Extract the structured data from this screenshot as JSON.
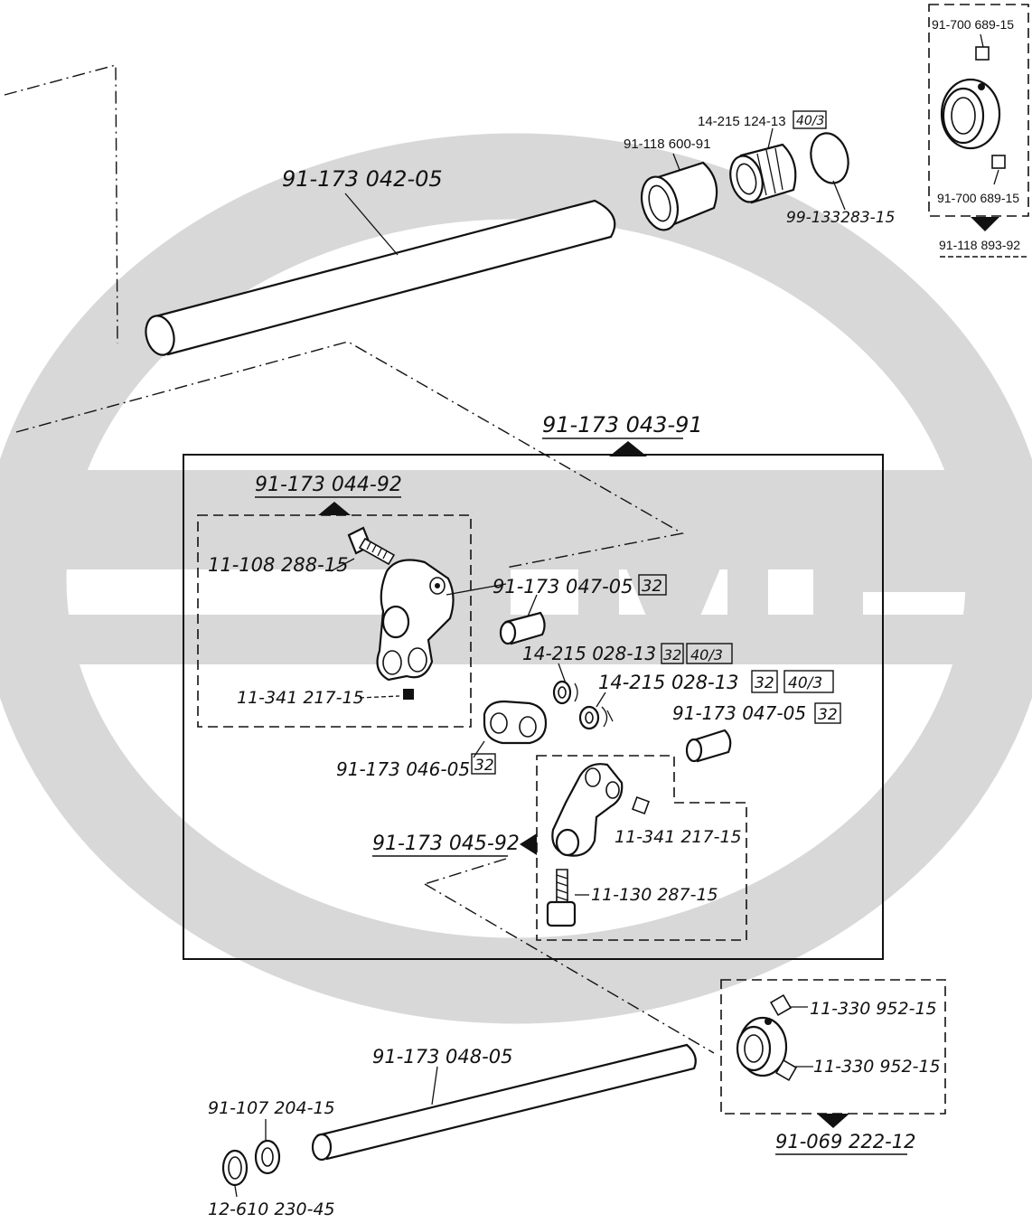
{
  "watermark": {
    "text": "SMF",
    "color": "#d8d8d8"
  },
  "labels": {
    "shaft_upper": "91-173 042-05",
    "bushing": "91-118 600-91",
    "needle_bearing": "14-215 124-13",
    "needle_bearing_box": "40/3",
    "seal": "99-133283-15",
    "setscrew_top": "91-700 689-15",
    "setscrew_bottom": "91-700 689-15",
    "collar_assy": "91-118 893-92",
    "crank_assy": "91-173 043-91",
    "crank_left_assy": "91-173 044-92",
    "screw_left": "11-108 288-15",
    "setscrew_left": "11-341 217-15",
    "pin_upper": "91-173 047-05",
    "pin_upper_box": "32",
    "bearing_a": "14-215 028-13",
    "bearing_a_box1": "32",
    "bearing_a_box2": "40/3",
    "bearing_b": "14-215 028-13",
    "bearing_b_box1": "32",
    "bearing_b_box2": "40/3",
    "pin_lower": "91-173 047-05",
    "pin_lower_box": "32",
    "link": "91-173 046-05",
    "link_box": "32",
    "crank_right_assy": "91-173 045-92",
    "setscrew_right": "11-341 217-15",
    "screw_right": "11-130 287-15",
    "setscrew_collar_a": "11-330 952-15",
    "setscrew_collar_b": "11-330 952-15",
    "collar_lower_assy": "91-069 222-12",
    "shaft_lower": "91-173 048-05",
    "washer": "91-107 204-15",
    "retaining_ring": "12-610 230-45"
  }
}
